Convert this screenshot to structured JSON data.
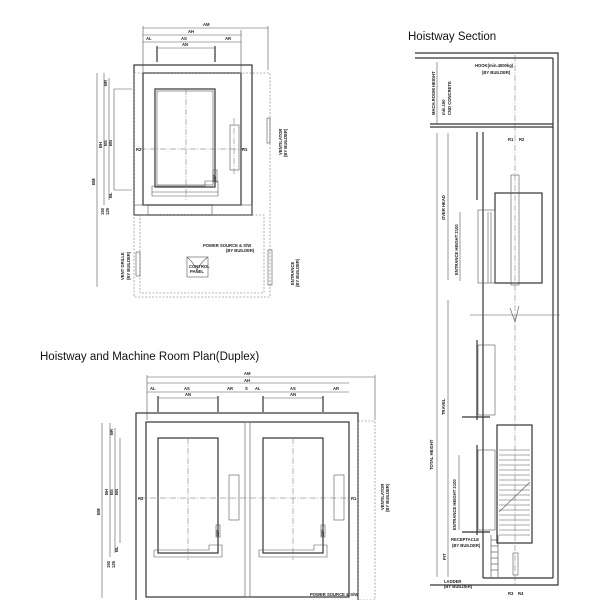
{
  "titles": {
    "section": "Hoistway Section",
    "duplex": "Hoistway and Machine Room Plan(Duplex)"
  },
  "dims": {
    "AM": "AM",
    "AH": "AH",
    "AL": "AL",
    "AS": "AS",
    "AR": "AR",
    "AN": "AN",
    "S": "S",
    "BM": "BM",
    "BH": "BH",
    "BS": "BS",
    "BN": "BN",
    "BR": "BR",
    "BL": "BL",
    "d150": "150",
    "d125": "125",
    "R1": "R1",
    "R2": "R2",
    "R3": "R3",
    "R4": "R4",
    "CP": "COP"
  },
  "notes": {
    "ventilator": "VENTILATOR",
    "ventilator2": "(BY BUILDER)",
    "power": "POWER SOURCE & S/W",
    "power2": "(BY BUILDER)",
    "control": "CONTROL",
    "control2": "PANEL",
    "vent_grille": "VENT GRILLE",
    "vent_grille2": "(BY BUILDER)",
    "entrance": "ENTRANCE",
    "entrance2": "(BY BUILDER)",
    "hook": "HOOK(min.4000kg)",
    "hook2": "(BY BUILDER)",
    "mr_height": "MACH.ROOM HEIGHT",
    "min150": "min.150",
    "concrete": "CND CONCRETE",
    "overhead": "OVER HEAD",
    "entrance_h": "ENTRANCE HEIGHT 2100",
    "total": "TOTAL HEIGHT",
    "travel": "TRAVEL",
    "pit": "PIT",
    "receptacle": "RECEPTACLE",
    "receptacle2": "(BY BUILDER)",
    "ladder": "LADDER",
    "ladder2": "(BY BUILDER)"
  }
}
